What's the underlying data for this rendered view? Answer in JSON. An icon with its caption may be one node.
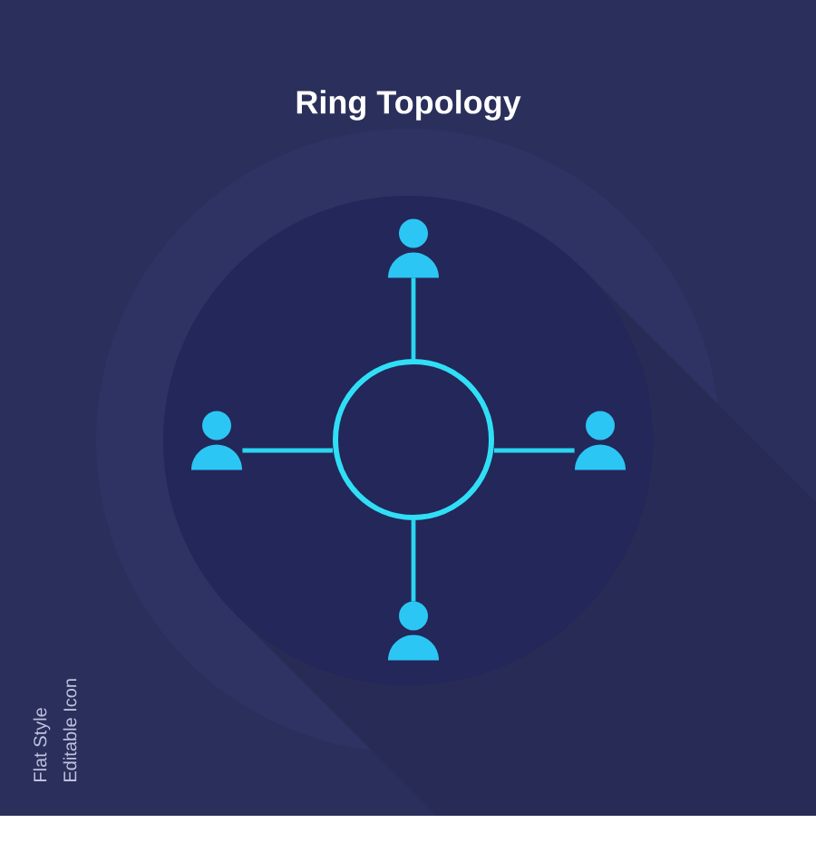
{
  "diagram": {
    "title": "Ring Topology",
    "nodes": [
      {
        "text": [],
        "shape": "person"
      },
      {
        "text": [],
        "shape": "person"
      },
      {
        "text": [],
        "shape": "circle"
      },
      {
        "text": [],
        "shape": "person"
      },
      {
        "text": [],
        "shape": "person"
      }
    ],
    "edges": [
      {
        "from": 0,
        "to": 2,
        "arrow": "none"
      },
      {
        "from": 1,
        "to": 2,
        "arrow": "none"
      },
      {
        "from": 2,
        "to": 3,
        "arrow": "none"
      },
      {
        "from": 2,
        "to": 4,
        "arrow": "none"
      }
    ],
    "labels": [
      "Flat Style",
      "Editable Icon"
    ]
  }
}
